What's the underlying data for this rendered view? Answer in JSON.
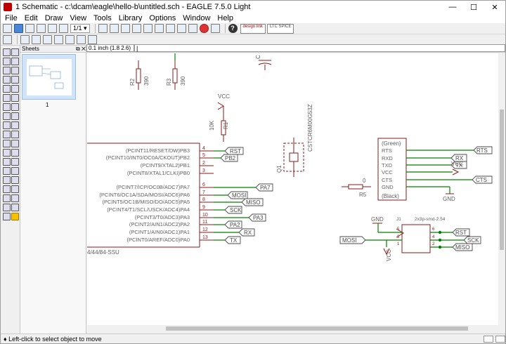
{
  "window": {
    "title": "1 Schematic - c:\\dcam\\eagle\\hello-b\\untitled.sch - EAGLE 7.5.0 Light",
    "minimize": "—",
    "maximize": "☐",
    "close": "✕"
  },
  "menu": [
    "File",
    "Edit",
    "Draw",
    "View",
    "Tools",
    "Library",
    "Options",
    "Window",
    "Help"
  ],
  "toolbar": {
    "sheet_select": "1/1 ▾",
    "help_glyph": "?",
    "logo1": "design link",
    "logo2": "LTC SPICE"
  },
  "sheets_panel": {
    "title": "Sheets",
    "controls": "⧉ ✕",
    "sheet_number": "1"
  },
  "coords": {
    "value": "0.1 inch (1.8 2.6)"
  },
  "command": {
    "value": "|"
  },
  "status": {
    "text": "♦ Left-click to select object to move"
  },
  "schematic": {
    "ic_pins_left": [
      {
        "num": "4",
        "label": "(PCINT11/RESET/DW)PB3"
      },
      {
        "num": "5",
        "label": "(PCINT10/INT0/OC0A/CKOUT)PB2"
      },
      {
        "num": "2",
        "label": "(PCINT9/XTAL2)PB1"
      },
      {
        "num": "3",
        "label": "(PCINT8/XTAL1/CLKI)PB0"
      },
      {
        "num": "6",
        "label": "(PCINT7/ICP/OC0B/ADC7)PA7"
      },
      {
        "num": "7",
        "label": "(PCINT6/OC1A/SDA/MOSI/ADC6)PA6"
      },
      {
        "num": "8",
        "label": "(PCINT5/OC1B/MISO/DO/ADC5)PA5"
      },
      {
        "num": "9",
        "label": "(PCINT4/T1/SCL/USCK/ADC4)PA4"
      },
      {
        "num": "10",
        "label": "(PCINT3/T0/ADC3)PA3"
      },
      {
        "num": "11",
        "label": "(PCINT2/AIN1/ADC2)PA2"
      },
      {
        "num": "12",
        "label": "(PCINT1/AIN0/ADC1)PA1"
      },
      {
        "num": "13",
        "label": "(PCINT0/AREF/ADC0)PA0"
      }
    ],
    "ic_part": "4/44/84-SSU",
    "nets": {
      "rst": "RST",
      "pb2": "PB2",
      "pa7": "PA7",
      "mosi": "MOSI",
      "miso": "MISO",
      "sck": "SCK",
      "pa3": "PA3",
      "pa2": "PA2",
      "rx": "RX",
      "tx": "TX",
      "rts": "RTS",
      "cts": "CTS",
      "gnd": "GND",
      "vcc": "VCC"
    },
    "parts": {
      "r2": {
        "name": "R2",
        "value": "390"
      },
      "r3": {
        "name": "R3",
        "value": "390"
      },
      "r1": {
        "name": "R1",
        "value": "10K"
      },
      "r5": {
        "name": "R5",
        "value": "0"
      },
      "c": {
        "name": "C"
      },
      "q1": {
        "name": "Q1",
        "value": "CSTCR6M00G53Z"
      },
      "j1": {
        "name": "J1",
        "value": "2x3p-smd-2.54"
      }
    },
    "ftdi": {
      "top": "(Green)",
      "bottom": "(Black)",
      "pins": [
        "RTS",
        "RXD",
        "TXD",
        "VCC",
        "CTS",
        "GND"
      ]
    },
    "isp_pins": [
      "6",
      "4",
      "2",
      "5",
      "3",
      "1"
    ]
  },
  "colors": {
    "wire": "#008000",
    "part": "#8b1a1a",
    "label": "#606060",
    "net": "#4a4a4a",
    "pin": "#8b1a1a"
  }
}
